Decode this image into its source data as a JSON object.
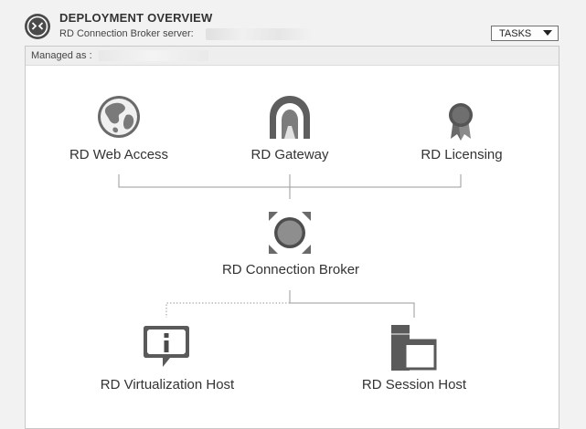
{
  "header": {
    "title": "DEPLOYMENT OVERVIEW",
    "subtitle": "RD Connection Broker server:",
    "tasks_label": "TASKS"
  },
  "panel": {
    "managed_label": "Managed as :"
  },
  "roles": {
    "web_access": "RD Web Access",
    "gateway": "RD Gateway",
    "licensing": "RD Licensing",
    "connection_broker": "RD Connection Broker",
    "virtualization_host": "RD Virtualization Host",
    "session_host": "RD Session Host"
  },
  "icons": {
    "header": "rds-deployment-icon",
    "web_access": "globe-icon",
    "gateway": "gateway-arch-icon",
    "licensing": "award-ribbon-icon",
    "connection_broker": "broker-hub-icon",
    "virtualization_host": "info-bubble-icon",
    "session_host": "server-window-icon"
  },
  "colors": {
    "icon_dark": "#555555",
    "icon_mid": "#8c8c8c",
    "line": "#9a9a9a"
  }
}
